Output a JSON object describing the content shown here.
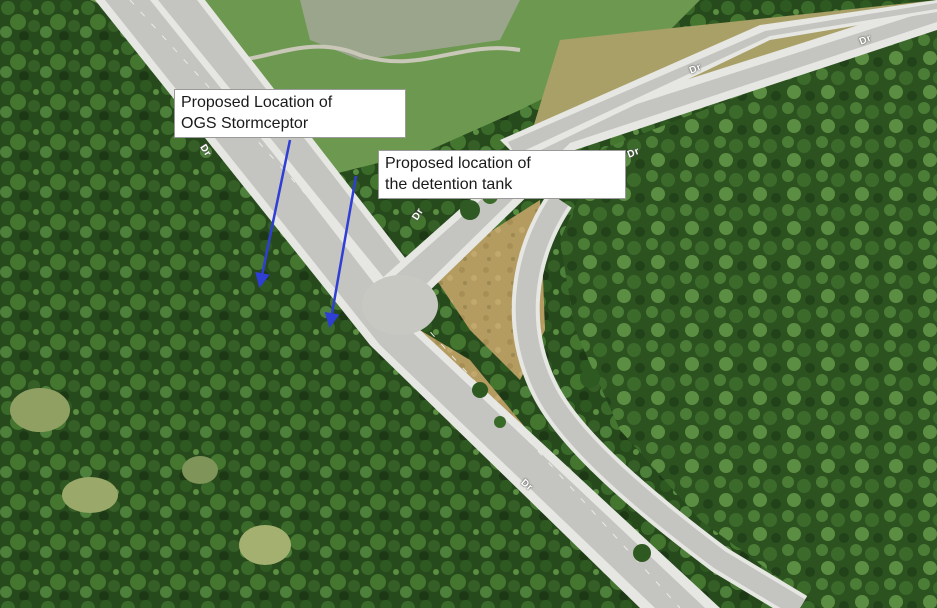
{
  "callouts": {
    "ogs": {
      "line1": "Proposed Location of",
      "line2": "OGS Stormceptor"
    },
    "tank": {
      "line1": "Proposed location of",
      "line2": "the detention tank"
    }
  },
  "road_labels": [
    "Dr",
    "Dr",
    "Dr",
    "Dr",
    "Dr",
    "Dr"
  ],
  "colors": {
    "forest_dark": "#1f3a17",
    "forest_mid": "#2f5a23",
    "forest_light": "#5f8d3a",
    "grass_dry": "#b59b62",
    "road": "#c4c4c0",
    "road_edge": "#e6e6e2",
    "arrow": "#2f3fd6"
  }
}
